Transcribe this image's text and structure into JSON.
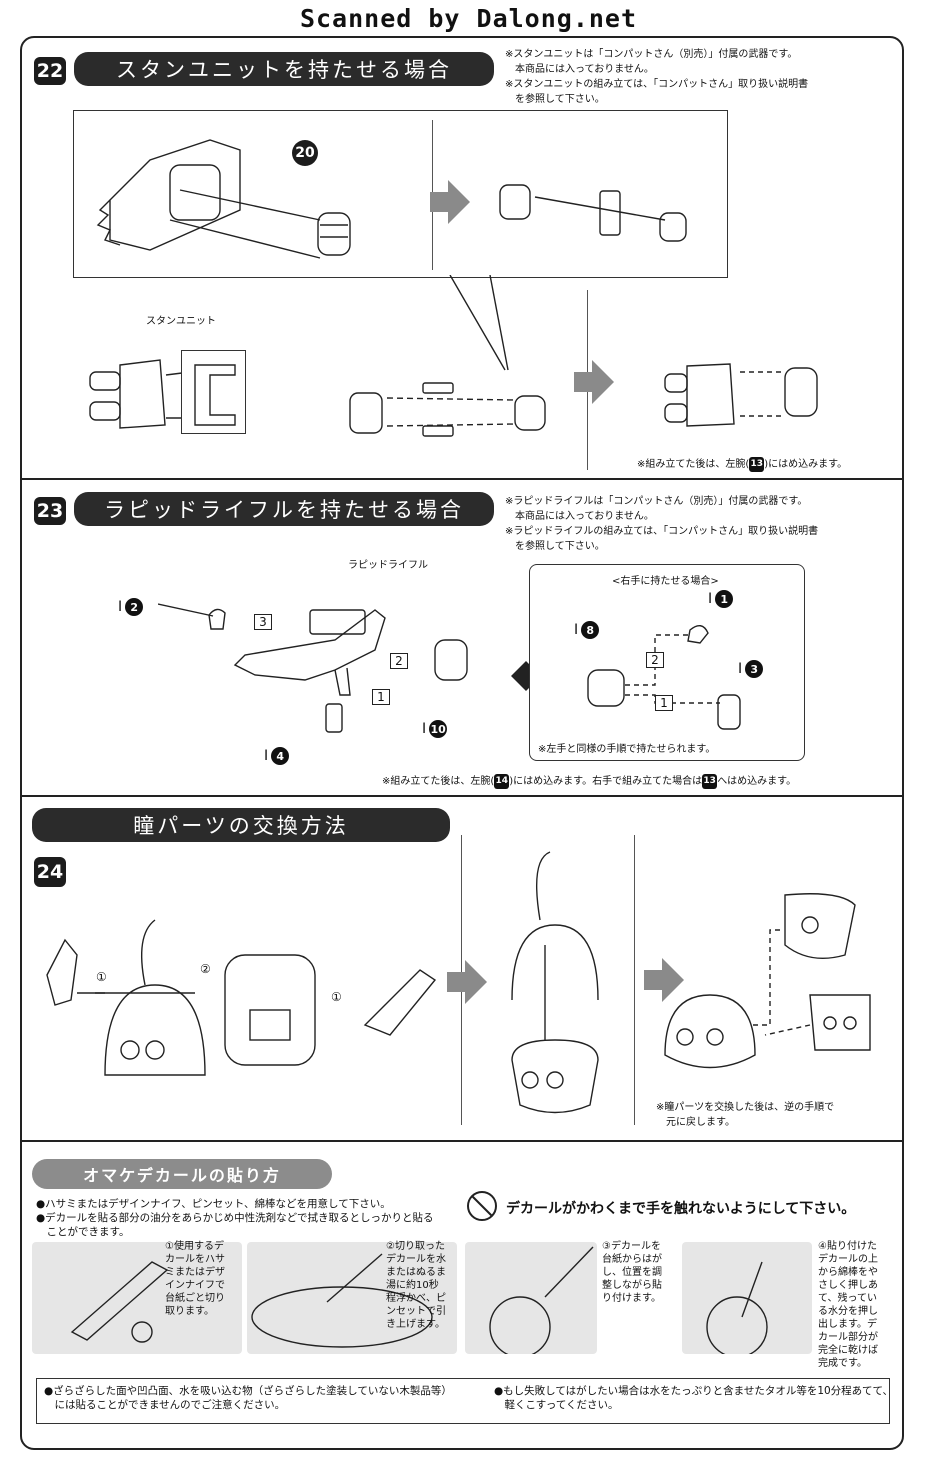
{
  "header": {
    "title": "Scanned by Dalong.net"
  },
  "s22": {
    "num": "22",
    "title": "スタンユニットを持たせる場合",
    "note": "※スタンユニットは「コンパットさん（別売）」付属の武器です。\n　本商品には入っておりません。\n※スタンユニットの組み立ては、「コンパットさん」取り扱い説明書\n　を参照して下さい。",
    "part_num": "20",
    "unit_label": "スタンユニット",
    "footer_pre": "※組み立てた後は、左腕(",
    "footer_num": "13",
    "footer_post": ")にはめ込みます。"
  },
  "s23": {
    "num": "23",
    "title": "ラピッドライフルを持たせる場合",
    "note": "※ラピッドライフルは「コンパットさん（別売）」付属の武器です。\n　本商品には入っておりません。\n※ラピッドライフルの組み立ては、「コンパットさん」取り扱い説明書\n　を参照して下さい。",
    "rifle_label": "ラピッドライフル",
    "callouts": {
      "i2": "2",
      "i4": "4",
      "i10": "10",
      "s1": "1",
      "s2": "2",
      "s3": "3",
      "prefix": "I"
    },
    "inset_title": "<右手に持たせる場合>",
    "inset_callouts": {
      "i1": "1",
      "i8": "8",
      "i3": "3",
      "s1": "1",
      "s2": "2"
    },
    "inset_note": "※左手と同様の手順で持たせられます。",
    "footer_a": "※組み立てた後は、左腕(",
    "footer_n1": "14",
    "footer_b": ")にはめ込みます。右手で組み立てた場合は",
    "footer_n2": "13",
    "footer_c": "へはめ込みます。"
  },
  "s24": {
    "title": "瞳パーツの交換方法",
    "num": "24",
    "step1": "①",
    "step2": "②",
    "note": "※瞳パーツを交換した後は、逆の手順で\n　元に戻します。"
  },
  "omake": {
    "title": "オマケデカールの貼り方",
    "bullets": [
      "●ハサミまたはデザインナイフ、ピンセット、綿棒などを用意して下さい。",
      "●デカールを貼る部分の油分をあらかじめ中性洗剤などで拭き取るとしっかりと貼る\n　ことができます。"
    ],
    "warning": "デカールがかわくまで手を触れないようにして下さい。",
    "steps": [
      "①使用するデ\nカールをハサ\nミまたはデザ\nインナイフで\n台紙ごと切り\n取ります。",
      "②切り取った\nデカールを水\nまたはぬるま\n湯に約10秒\n程浮かべ、ピ\nンセットで引\nき上げます。",
      "③デカールを\n台紙からはが\nし、位置を調\n整しながら貼\nり付けます。",
      "④貼り付けた\nデカールの上\nから綿棒をや\nさしく押しあ\nて、残ってい\nる水分を押し\n出します。デ\nカール部分が\n完全に乾けば\n完成です。"
    ],
    "caution_left": "●ざらざらした面や凹凸面、水を吸い込む物（ざらざらした塗装していない木製品等）\n　には貼ることができませんのでご注意ください。",
    "caution_right": "●もし失敗してはがしたい場合は水をたっぷりと含ませたタオル等を10分程あてて、\n　軽くこすってください。"
  }
}
